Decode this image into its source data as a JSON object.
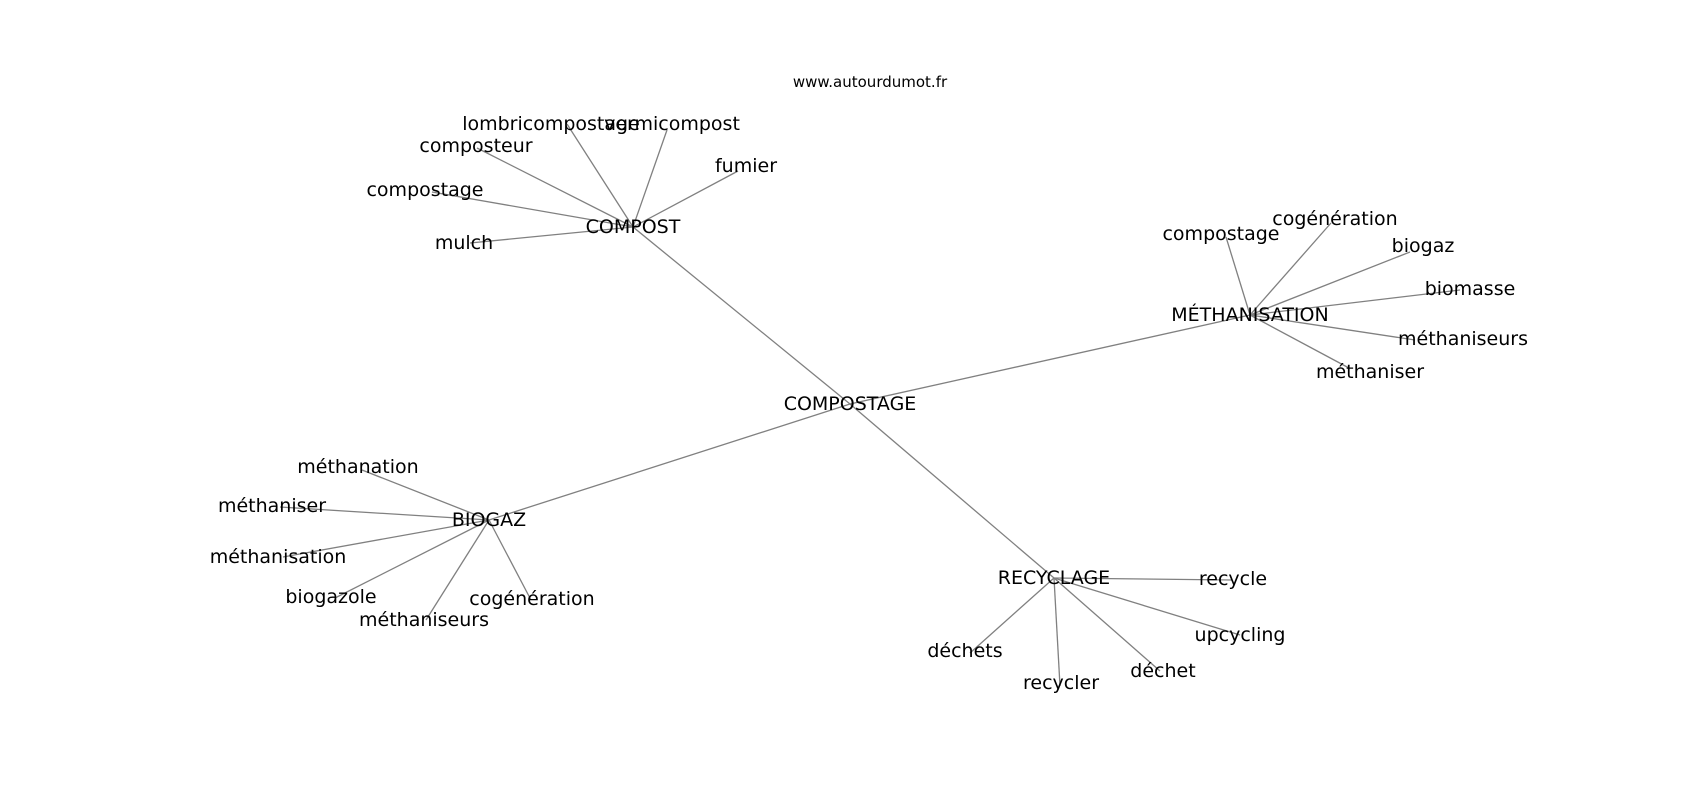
{
  "site": "www.autourdumot.fr",
  "colors": {
    "edge": "#808080",
    "text": "#000000",
    "background": "#ffffff"
  },
  "graph": {
    "center": {
      "label": "COMPOSTAGE"
    },
    "hubs": [
      {
        "id": "compost",
        "label": "COMPOST",
        "leaves": [
          "lombricompostage",
          "vermicompost",
          "composteur",
          "fumier",
          "compostage",
          "mulch"
        ]
      },
      {
        "id": "methanisation",
        "label": "MÉTHANISATION",
        "leaves": [
          "compostage",
          "cogénération",
          "biogaz",
          "biomasse",
          "méthaniseurs",
          "méthaniser"
        ]
      },
      {
        "id": "biogaz",
        "label": "BIOGAZ",
        "leaves": [
          "méthanation",
          "méthaniser",
          "méthanisation",
          "biogazole",
          "cogénération",
          "méthaniseurs"
        ]
      },
      {
        "id": "recyclage",
        "label": "RECYCLAGE",
        "leaves": [
          "recycle",
          "upcycling",
          "déchet",
          "recycler",
          "déchets"
        ]
      }
    ]
  }
}
